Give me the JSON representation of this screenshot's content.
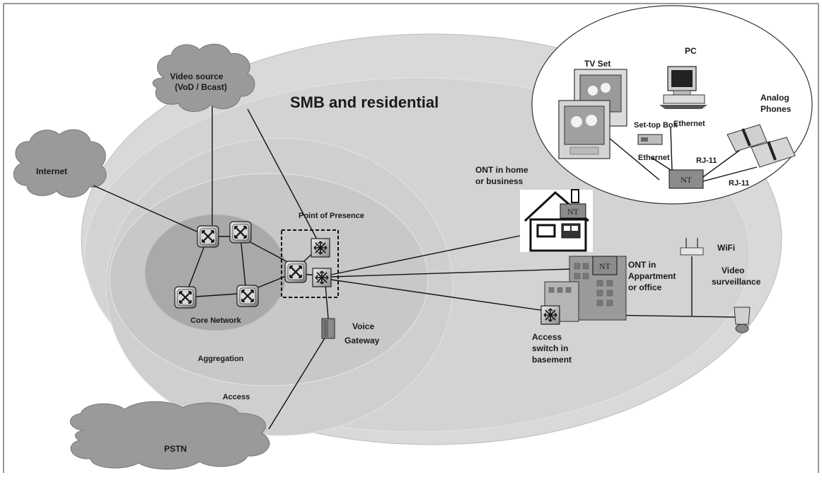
{
  "diagram": {
    "colors": {
      "cloud": "#9a9a9a",
      "outer_region": "#d6d6d6",
      "aggregation_region": "#cecece",
      "core_region": "#a9a9a9",
      "home_bubble": "#ffffff",
      "link": "#111111",
      "nt_box": "#8c8c8c"
    },
    "clouds": {
      "video_source": "Video source",
      "video_source_2": "(VoD / Bcast)",
      "internet": "Internet",
      "pstn": "PSTN"
    },
    "regions": {
      "smb_residential": "SMB and residential",
      "core_network": "Core Network",
      "aggregation": "Aggregation",
      "access": "Access",
      "point_of_presence": "Point of Presence"
    },
    "nodes": {
      "voice_gateway_1": "Voice",
      "voice_gateway_2": "Gateway",
      "ont_home_1": "ONT in home",
      "ont_home_2": "or business",
      "ont_apartment_1": "ONT in",
      "ont_apartment_2": "Appartment",
      "ont_apartment_3": "or office",
      "access_switch_1": "Access",
      "access_switch_2": "switch in",
      "access_switch_3": "basement",
      "wifi": "WiFi",
      "video_surveillance_1": "Video",
      "video_surveillance_2": "surveillance"
    },
    "home": {
      "tv_set": "TV Set",
      "pc": "PC",
      "analog_phones_1": "Analog",
      "analog_phones_2": "Phones",
      "set_top_box": "Set-top Box",
      "ethernet_stb": "Ethernet",
      "ethernet_pc": "Ethernet",
      "rj11_a": "RJ-11",
      "rj11_b": "RJ-11",
      "nt_home": "NT",
      "nt_house": "NT",
      "nt_building": "NT"
    }
  }
}
